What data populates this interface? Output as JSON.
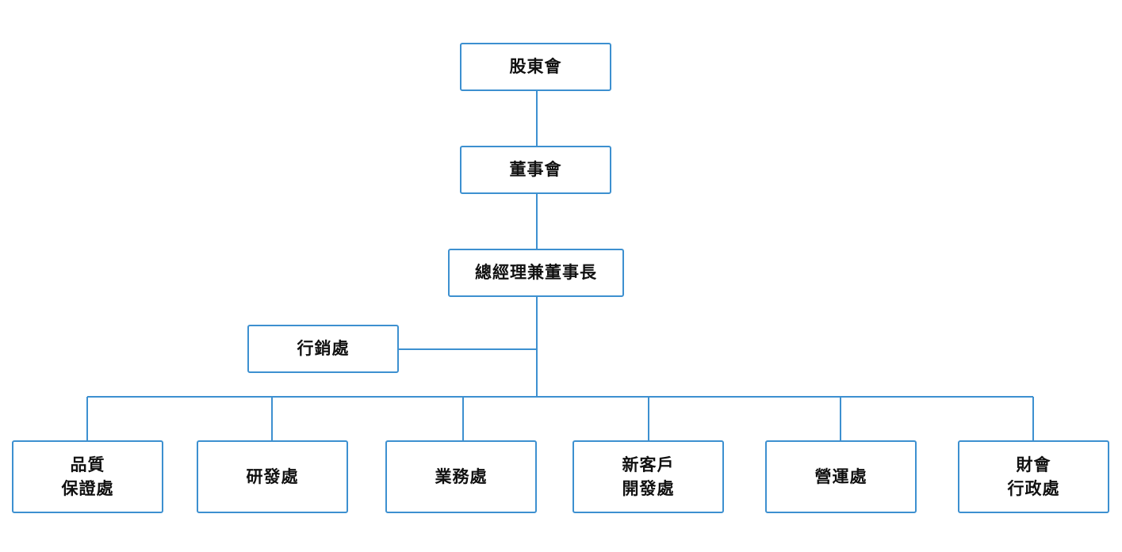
{
  "org_chart": {
    "colors": {
      "box_border": "#3d90d0",
      "connector": "#3d90d0",
      "text": "#111111",
      "background": "#ffffff"
    },
    "nodes": {
      "shareholders": {
        "lines": [
          "股東會"
        ]
      },
      "board": {
        "lines": [
          "董事會"
        ]
      },
      "gm_chairman": {
        "lines": [
          "總經理兼董事長"
        ]
      },
      "marketing": {
        "lines": [
          "行銷處"
        ]
      },
      "quality_assurance": {
        "lines": [
          "品質",
          "保證處"
        ]
      },
      "rnd": {
        "lines": [
          "研發處"
        ]
      },
      "sales": {
        "lines": [
          "業務處"
        ]
      },
      "new_customer_dev": {
        "lines": [
          "新客戶",
          "開發處"
        ]
      },
      "operations": {
        "lines": [
          "營運處"
        ]
      },
      "finance_admin": {
        "lines": [
          "財會",
          "行政處"
        ]
      }
    }
  }
}
